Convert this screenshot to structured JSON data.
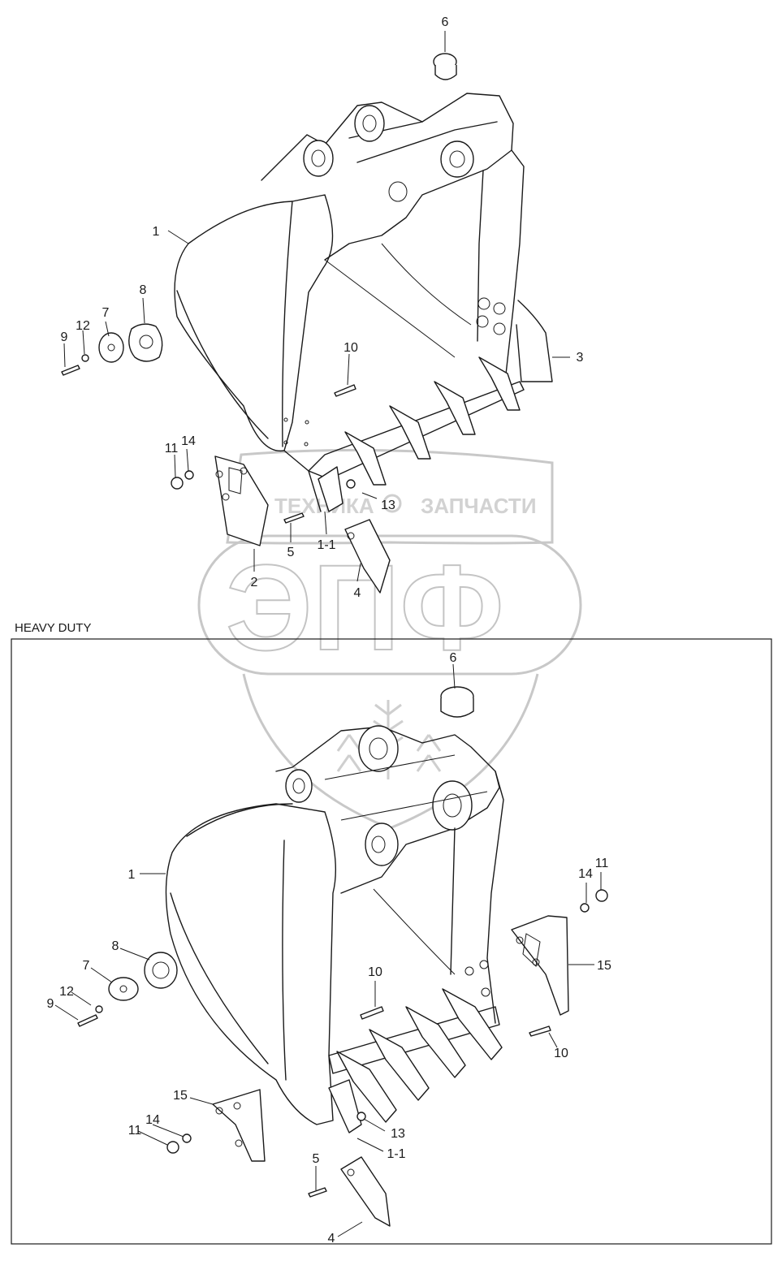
{
  "labels": {
    "top": [
      "6",
      "1",
      "8",
      "7",
      "12",
      "9",
      "10",
      "3",
      "11",
      "14",
      "13",
      "5",
      "1-1",
      "2",
      "4"
    ],
    "bottom": [
      "6",
      "1",
      "8",
      "7",
      "12",
      "9",
      "10",
      "14",
      "11",
      "15",
      "15",
      "14",
      "11",
      "13",
      "1-1",
      "5",
      "4",
      "10"
    ]
  },
  "section_title": "HEAVY DUTY",
  "watermark": {
    "top_line_left": "ТЕХНИКА",
    "top_line_right": "ЗАПЧАСТИ",
    "big": "ЭПФ"
  }
}
